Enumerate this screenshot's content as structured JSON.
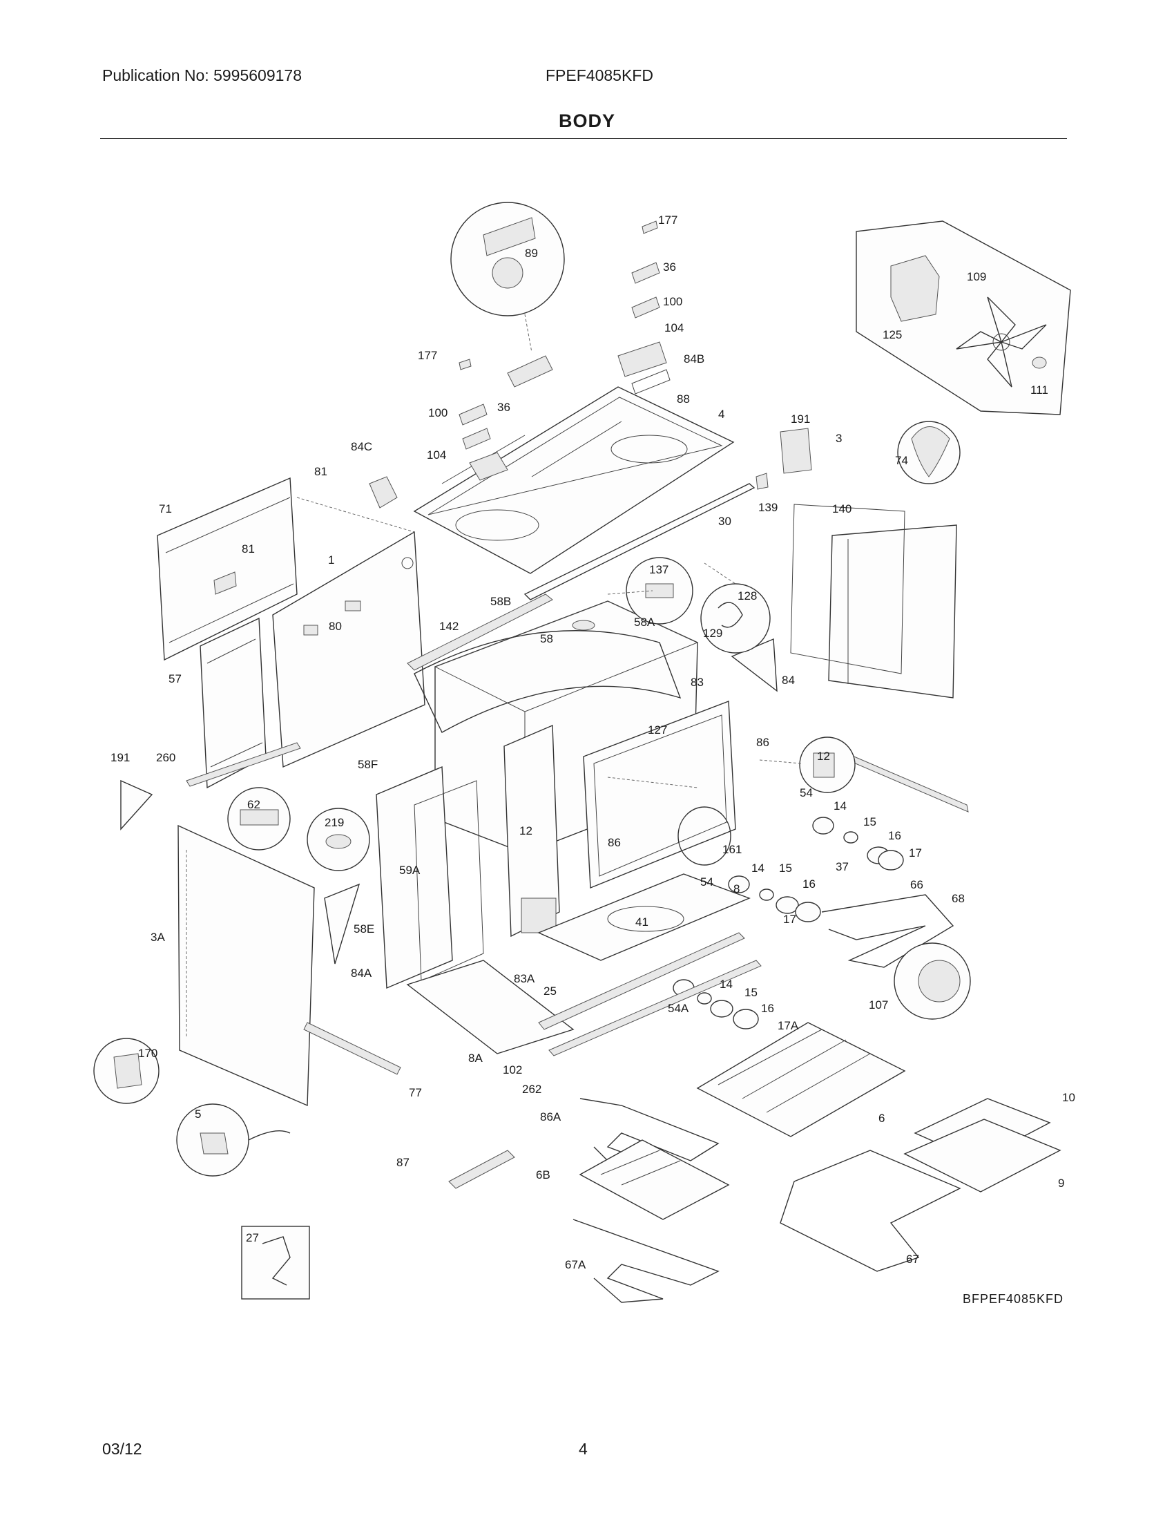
{
  "header": {
    "publication": "Publication No: 5995609178",
    "model": "FPEF4085KFD",
    "section_title": "BODY"
  },
  "footer": {
    "date": "03/12",
    "page_number": "4"
  },
  "diagram": {
    "drawing_code": "BFPEF4085KFD",
    "callouts": [
      "177",
      "89",
      "36",
      "100",
      "104",
      "84B",
      "177",
      "36",
      "100",
      "104",
      "88",
      "4",
      "109",
      "125",
      "111",
      "84C",
      "81",
      "71",
      "81",
      "1",
      "80",
      "142",
      "58B",
      "58",
      "137",
      "128",
      "129",
      "58A",
      "191",
      "3",
      "139",
      "30",
      "140",
      "74",
      "57",
      "84",
      "83",
      "12",
      "86",
      "127",
      "191",
      "260",
      "62",
      "58F",
      "219",
      "12",
      "86",
      "59A",
      "54",
      "14",
      "15",
      "16",
      "17",
      "161",
      "37",
      "14",
      "54",
      "15",
      "16",
      "8",
      "66",
      "68",
      "17",
      "58E",
      "83A",
      "25",
      "41",
      "3A",
      "84A",
      "14",
      "15",
      "16",
      "54A",
      "17A",
      "107",
      "170",
      "8A",
      "102",
      "77",
      "5",
      "262",
      "6",
      "10",
      "86A",
      "87",
      "6B",
      "9",
      "67A",
      "67",
      "27"
    ]
  }
}
